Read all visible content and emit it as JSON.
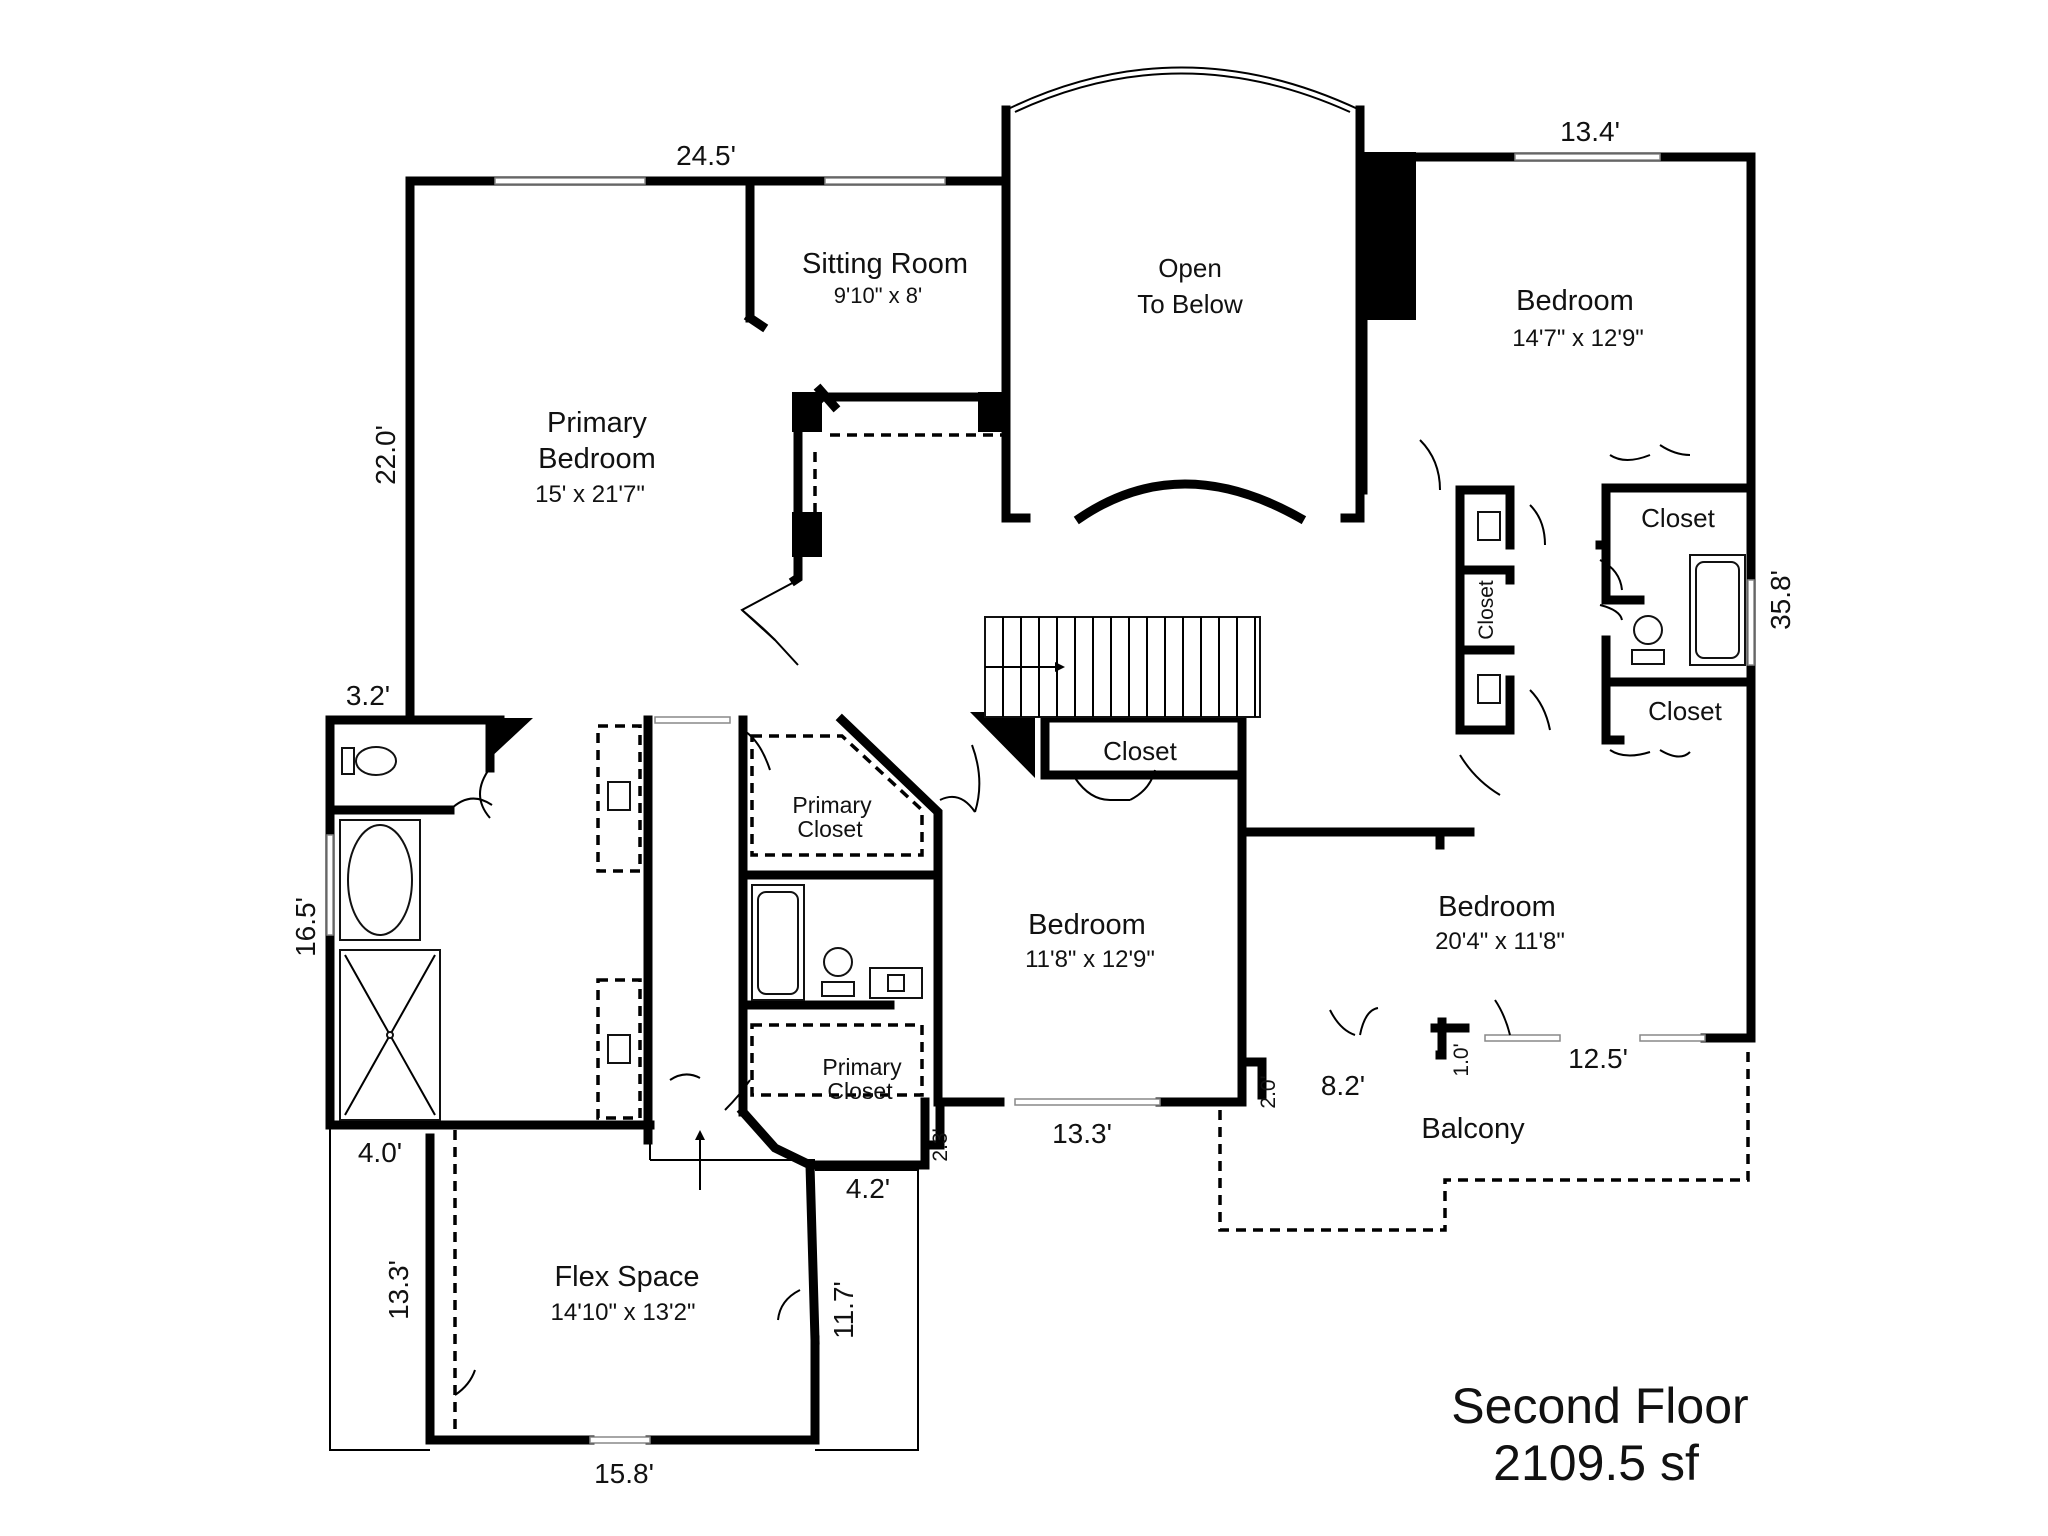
{
  "title": {
    "floor": "Second Floor",
    "area": "2109.5 sf"
  },
  "rooms": {
    "sitting_room": {
      "name": "Sitting Room",
      "dims": "9'10\" x 8'"
    },
    "open_to_below": {
      "line1": "Open",
      "line2": "To Below"
    },
    "bedroom_ne": {
      "name": "Bedroom",
      "dims": "14'7\" x 12'9\""
    },
    "primary_bedroom": {
      "line1": "Primary",
      "line2": "Bedroom",
      "dims": "15' x 21'7\""
    },
    "closet_ne1": {
      "name": "Closet"
    },
    "closet_ne2": {
      "name": "Closet"
    },
    "closet_mid": {
      "name": "Closet"
    },
    "closet_vertical": {
      "name": "Closet"
    },
    "primary_closet_1": {
      "line1": "Primary",
      "line2": "Closet"
    },
    "primary_closet_2": {
      "line1": "Primary",
      "line2": "Closet"
    },
    "bedroom_center": {
      "name": "Bedroom",
      "dims": "11'8\" x 12'9\""
    },
    "bedroom_east": {
      "name": "Bedroom",
      "dims": "20'4\" x 11'8\""
    },
    "balcony": {
      "name": "Balcony"
    },
    "flex_space": {
      "name": "Flex Space",
      "dims": "14'10\" x 13'2\""
    }
  },
  "dimensions": {
    "d_24_5": "24.5'",
    "d_13_4": "13.4'",
    "d_22_0": "22.0'",
    "d_35_8": "35.8'",
    "d_3_2": "3.2'",
    "d_16_5": "16.5'",
    "d_4_0": "4.0'",
    "d_13_3_left": "13.3'",
    "d_15_8": "15.8'",
    "d_11_7": "11.7'",
    "d_4_2": "4.2'",
    "d_2_3": "2.3'",
    "d_13_3_bottom": "13.3'",
    "d_2_0": "2.0'",
    "d_8_2": "8.2'",
    "d_1_0": "1.0'",
    "d_12_5": "12.5'"
  }
}
